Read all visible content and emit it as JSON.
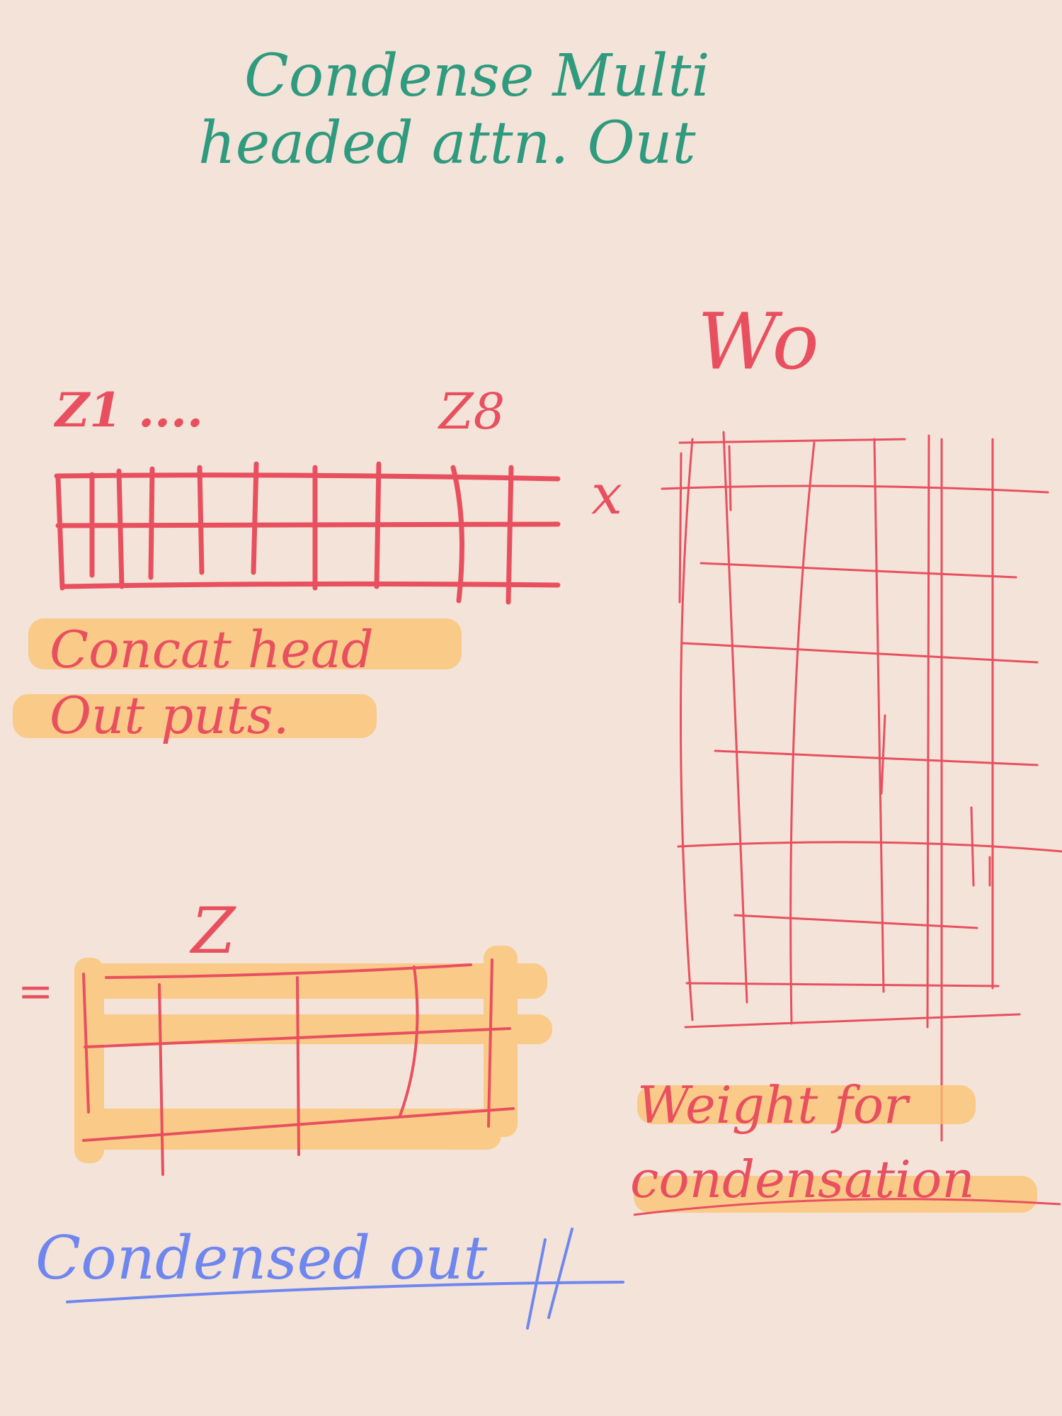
{
  "title": {
    "line1": "Condense Multi",
    "line2": "headed attn. Out",
    "color": "#2f9a7e"
  },
  "concat": {
    "label_left": "Z1 ....",
    "label_right": "Z8",
    "caption_line1": "Concat head",
    "caption_line2": "Out puts.",
    "color": "#e8505f"
  },
  "multiply": {
    "symbol": "x"
  },
  "weights": {
    "label": "Wo",
    "caption_line1": "Weight for",
    "caption_line2": "condensation",
    "color": "#e8505f"
  },
  "condensed": {
    "label": "Z",
    "equals": "=",
    "caption": "Condensed out",
    "caption_color": "#6f86ee"
  },
  "highlight_color": "#fcc26d"
}
